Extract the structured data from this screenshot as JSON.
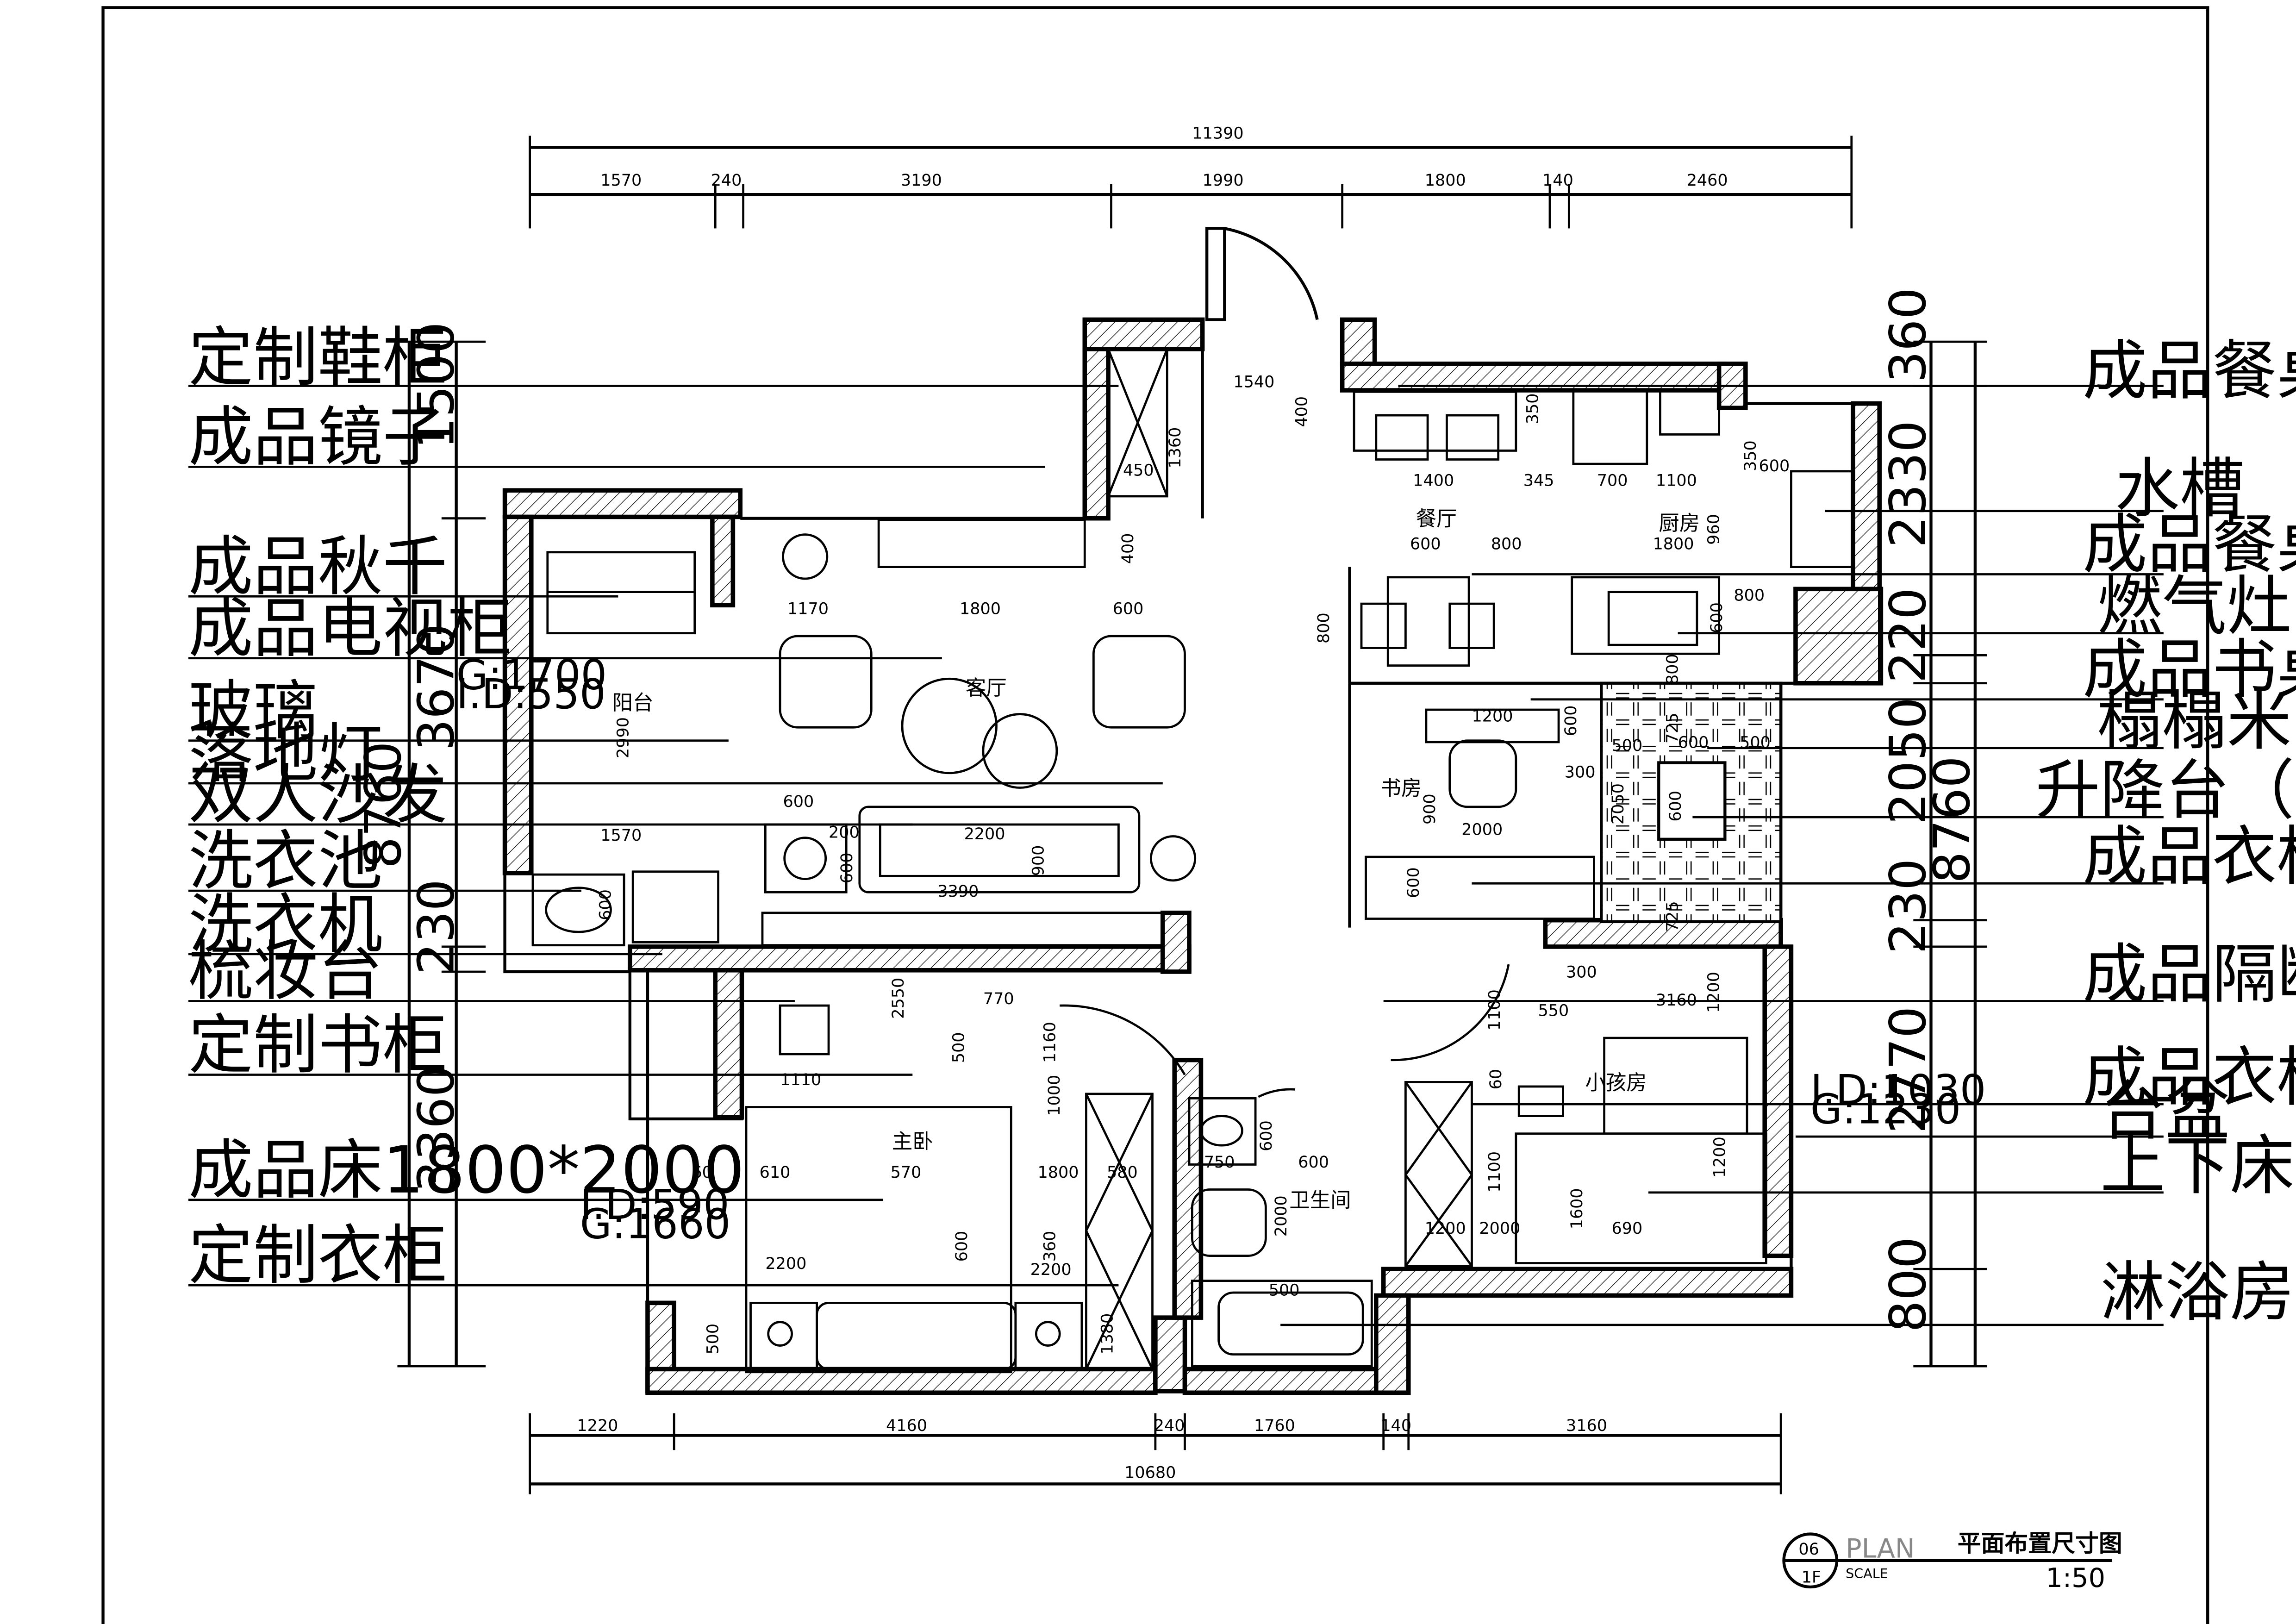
{
  "title_block": {
    "sheet_no": "06",
    "floor": "1F",
    "plan_word": "PLAN",
    "scale_word": "SCALE",
    "title": "平面布置尺寸图",
    "scale": "1:50"
  },
  "rooms": {
    "balcony": "阳台",
    "living": "客厅",
    "dining": "餐厅",
    "kitchen": "厨房",
    "study": "书房",
    "master": "主卧",
    "kids": "小孩房",
    "bath": "卫生间"
  },
  "left_labels": [
    "定制鞋柜",
    "成品镜子",
    "成品秋千",
    "成品电视柜",
    "玻璃",
    "落地灯",
    "双人沙发",
    "洗衣池",
    "洗衣机",
    "梳妆台",
    "定制书柜",
    "成品床1800*2000",
    "定制衣柜"
  ],
  "right_labels": [
    "成品餐桌",
    "水槽",
    "成品餐桌",
    "燃气灶",
    "成品书桌",
    "榻榻米",
    "升降台（暗藏）",
    "成品衣柜",
    "成品隔断",
    "成品衣柜",
    "台盆",
    "上下床",
    "淋浴房"
  ],
  "dims": {
    "top_total": "11390",
    "top": [
      "1570",
      "240",
      "3190",
      "1990",
      "1800",
      "140",
      "2460"
    ],
    "bottom": [
      "1220",
      "4160",
      "240",
      "1760",
      "140",
      "3160"
    ],
    "bottom_total": "10680",
    "left": [
      "1500",
      "3670",
      "230",
      "3360"
    ],
    "left_total": "8760",
    "right": [
      "360",
      "2330",
      "220",
      "2050",
      "230",
      "2770",
      "800"
    ],
    "right_total": "8760",
    "inner": [
      "1540",
      "400",
      "1360",
      "450",
      "400",
      "350",
      "1400",
      "345",
      "700",
      "1100",
      "350",
      "600",
      "600",
      "800",
      "1800",
      "960",
      "1170",
      "1800",
      "600",
      "800",
      "800",
      "600",
      "1200",
      "600",
      "500",
      "600",
      "500",
      "725",
      "300",
      "2050",
      "600",
      "2990",
      "900",
      "2000",
      "800",
      "600",
      "600",
      "1570",
      "2200",
      "3390",
      "900",
      "600",
      "600",
      "200",
      "550",
      "725",
      "300",
      "3160",
      "1200",
      "770",
      "2550",
      "500",
      "1160",
      "1100",
      "1110",
      "1000",
      "60",
      "60",
      "610",
      "570",
      "1800",
      "580",
      "600",
      "600",
      "1100",
      "690",
      "1600",
      "2000",
      "1200",
      "750",
      "1200",
      "2000",
      "600",
      "360",
      "2200",
      "2200",
      "500",
      "500",
      "1380",
      "500",
      "500"
    ]
  },
  "notes": {
    "g1700": "G:1700",
    "id550": "I.D:550",
    "id590": "I.D:590",
    "g1660": "G:1660",
    "id1030": "I.D:1030",
    "g1230": "G:1230"
  }
}
